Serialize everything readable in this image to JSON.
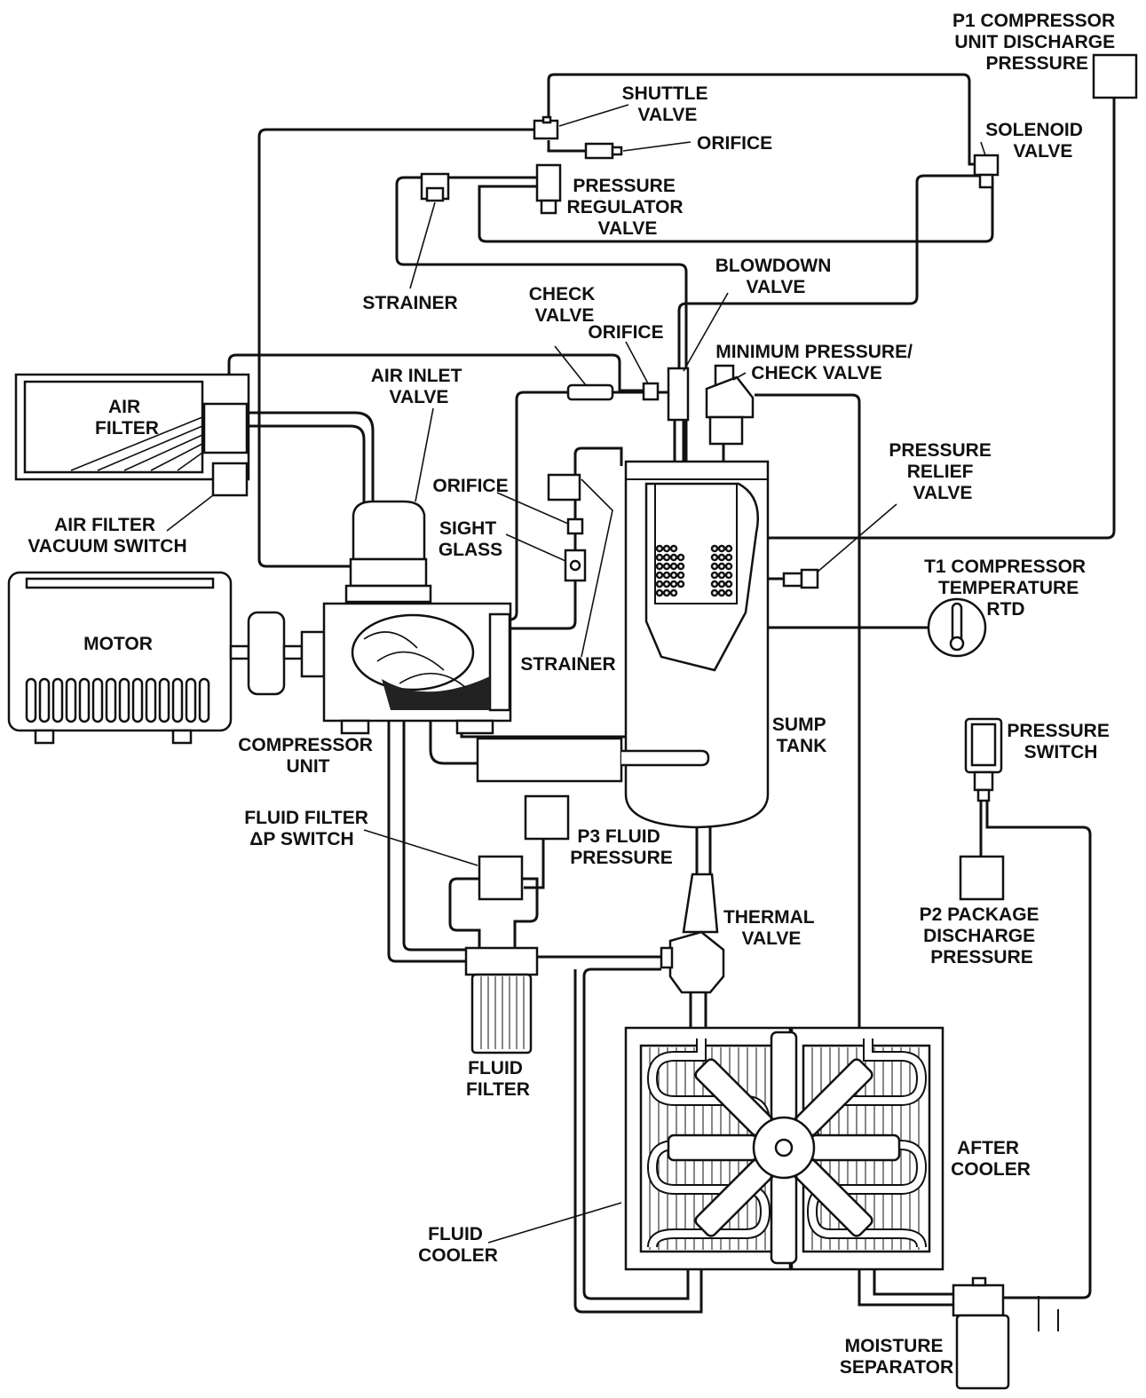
{
  "labels": {
    "p1": [
      "P1 COMPRESSOR",
      "UNIT DISCHARGE",
      "PRESSURE"
    ],
    "shuttle_valve": [
      "SHUTTLE",
      "VALVE"
    ],
    "orifice_top": [
      "ORIFICE"
    ],
    "solenoid_valve": [
      "SOLENOID",
      "VALVE"
    ],
    "pressure_regulator_valve": [
      "PRESSURE",
      "REGULATOR",
      "VALVE"
    ],
    "strainer_top": [
      "STRAINER"
    ],
    "check_valve": [
      "CHECK",
      "VALVE"
    ],
    "orifice_mid": [
      "ORIFICE"
    ],
    "blowdown_valve": [
      "BLOWDOWN",
      "VALVE"
    ],
    "min_pressure_check_valve": [
      "MINIMUM PRESSURE/",
      "CHECK VALVE"
    ],
    "air_filter": [
      "AIR",
      "FILTER"
    ],
    "air_inlet_valve": [
      "AIR INLET",
      "VALVE"
    ],
    "pressure_relief_valve": [
      "PRESSURE",
      "RELIEF",
      "VALVE"
    ],
    "orifice_low": [
      "ORIFICE"
    ],
    "air_filter_vacuum_switch": [
      "AIR FILTER",
      "VACUUM SWITCH"
    ],
    "sight_glass": [
      "SIGHT",
      "GLASS"
    ],
    "t1_temperature": [
      "T1 COMPRESSOR",
      "TEMPERATURE",
      "RTD"
    ],
    "motor": [
      "MOTOR"
    ],
    "strainer_low": [
      "STRAINER"
    ],
    "compressor_unit": [
      "COMPRESSOR",
      "UNIT"
    ],
    "sump_tank": [
      "SUMP",
      "TANK"
    ],
    "pressure_switch": [
      "PRESSURE",
      "SWITCH"
    ],
    "fluid_filter_dp_switch": [
      "FLUID FILTER",
      "ΔP SWITCH"
    ],
    "p3_fluid_pressure": [
      "P3 FLUID",
      "PRESSURE"
    ],
    "thermal_valve": [
      "THERMAL",
      "VALVE"
    ],
    "p2_package_discharge": [
      "P2 PACKAGE",
      "DISCHARGE",
      "PRESSURE"
    ],
    "fluid_filter": [
      "FLUID",
      "FILTER"
    ],
    "after_cooler": [
      "AFTER",
      "COOLER"
    ],
    "fluid_cooler": [
      "FLUID",
      "COOLER"
    ],
    "moisture_separator": [
      "MOISTURE",
      "SEPARATOR"
    ]
  }
}
